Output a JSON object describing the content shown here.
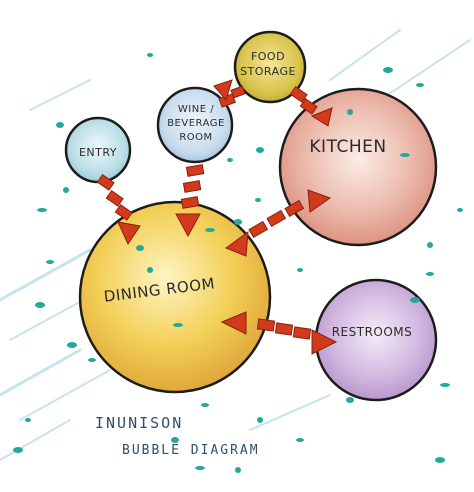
{
  "diagram": {
    "rooms": {
      "entry": {
        "label": "ENTRY",
        "fill": "#b9dde6"
      },
      "wine_line1": "WINE /",
      "wine_line2": "BEVERAGE",
      "wine_line3": "ROOM",
      "wine": {
        "fill": "#c8dcee"
      },
      "food_line1": "FOOD",
      "food_line2": "STORAGE",
      "food": {
        "fill": "#d9c44a"
      },
      "kitchen": {
        "label": "KITCHEN",
        "fill": "#e9b3a3"
      },
      "dining": {
        "label": "DINING ROOM",
        "fill": "#f2cf55"
      },
      "restrooms": {
        "label": "RESTROOMS",
        "fill": "#cdb2dc"
      }
    },
    "caption_line1": "INUNISON",
    "caption_line2": "BUBBLE DIAGRAM",
    "colors": {
      "outline": "#1c1c1c",
      "arrow": "#d23a1c",
      "dots": "#22a99a",
      "streaks": "#7fc4d8"
    }
  }
}
